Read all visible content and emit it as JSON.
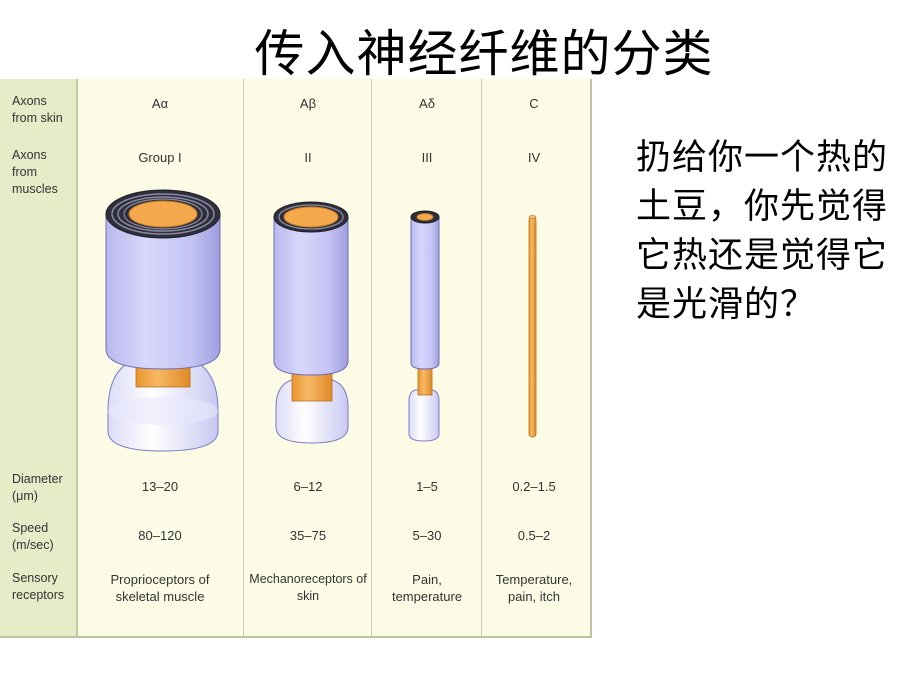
{
  "title": "传入神经纤维的分类",
  "row_labels": {
    "skin": "Axons from skin",
    "muscle": "Axons from muscles",
    "diameter": "Diameter (μm)",
    "speed": "Speed (m/sec)",
    "receptors": "Sensory receptors"
  },
  "columns": [
    {
      "skin": "Aα",
      "muscle": "Group I",
      "diameter": "13–20",
      "speed": "80–120",
      "receptors": "Proprioceptors of skeletal muscle"
    },
    {
      "skin": "Aβ",
      "muscle": "II",
      "diameter": "6–12",
      "speed": "35–75",
      "receptors": "Mechanoreceptors of skin"
    },
    {
      "skin": "Aδ",
      "muscle": "III",
      "diameter": "1–5",
      "speed": "5–30",
      "receptors": "Pain, temperature"
    },
    {
      "skin": "C",
      "muscle": "IV",
      "diameter": "0.2–1.5",
      "speed": "0.5–2",
      "receptors": "Temperature, pain, itch"
    }
  ],
  "aside_text": "扔给你一个热的土豆，你先觉得它热还是觉得它是光滑的？",
  "colors": {
    "panel_bg": "#fbfbe6",
    "label_col_bg": "#e6ecc8",
    "myelin": "#c9c8f4",
    "myelin_dark": "#3a3a4a",
    "axon": "#f2a74a"
  }
}
